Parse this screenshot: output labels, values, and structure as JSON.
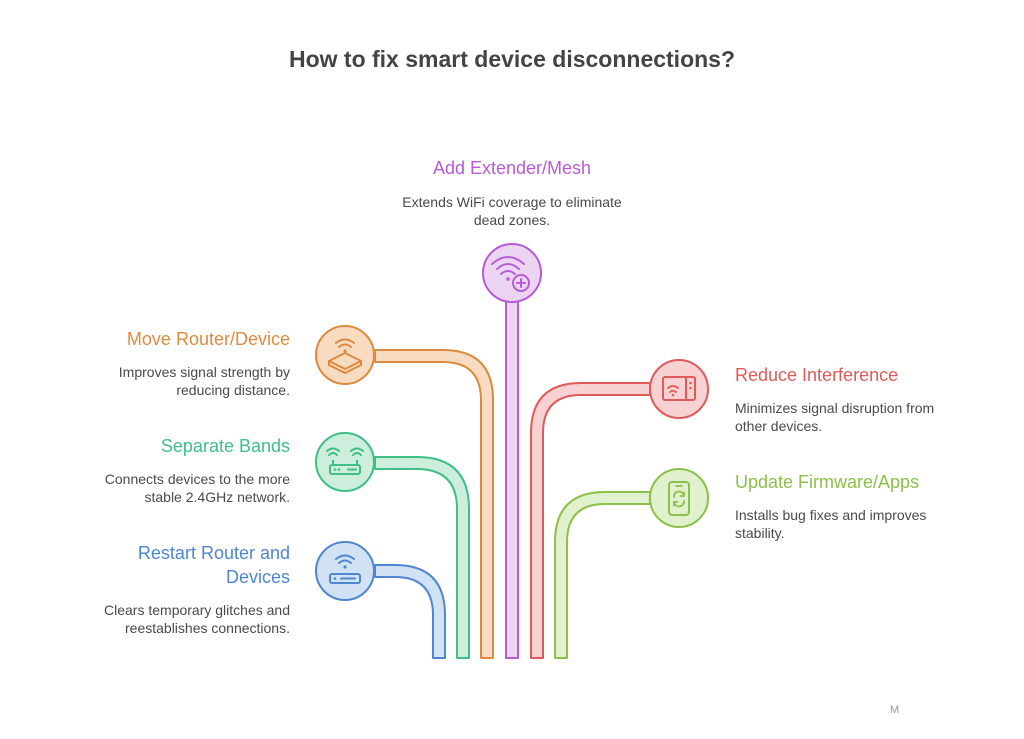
{
  "title": "How to fix smart device disconnections?",
  "options": {
    "extender": {
      "title": "Add Extender/Mesh",
      "description": "Extends WiFi coverage to eliminate dead zones.",
      "icon": "wifi-plus-icon",
      "color": "#b75cd6",
      "fill": "#ecd5f3"
    },
    "move": {
      "title": "Move Router/Device",
      "description": "Improves signal strength by reducing distance.",
      "icon": "router-box-icon",
      "color": "#de8a3e",
      "fill": "#f8dcc1"
    },
    "bands": {
      "title": "Separate Bands",
      "description": "Connects devices to the more stable 2.4GHz network.",
      "icon": "dual-band-router-icon",
      "color": "#3fbf86",
      "fill": "#cdeedd"
    },
    "restart": {
      "title": "Restart Router and Devices",
      "description": "Clears temporary glitches and reestablishes connections.",
      "icon": "restart-router-icon",
      "color": "#4f86cf",
      "fill": "#d2e2f5"
    },
    "interference": {
      "title": "Reduce Interference",
      "description": "Minimizes signal disruption from other devices.",
      "icon": "microwave-icon",
      "color": "#e05a5a",
      "fill": "#f8d2d2"
    },
    "firmware": {
      "title": "Update Firmware/Apps",
      "description": "Installs bug fixes and improves stability.",
      "icon": "phone-update-icon",
      "color": "#8cc04a",
      "fill": "#e2f1cd"
    }
  },
  "logo": "M"
}
